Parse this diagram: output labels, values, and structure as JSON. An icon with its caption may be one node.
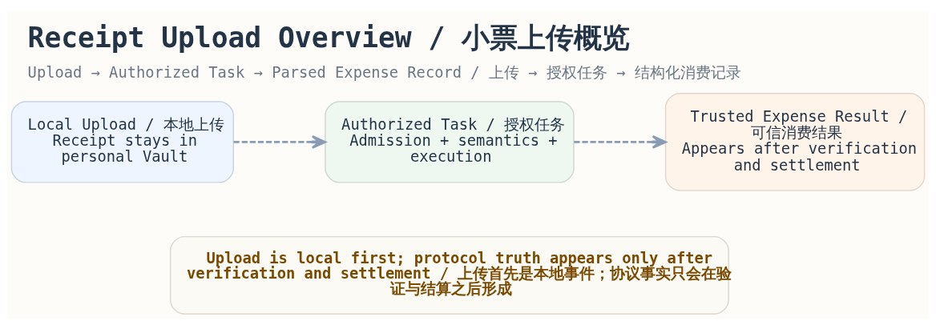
{
  "diagram": {
    "title": "Receipt Upload Overview / 小票上传概览",
    "caption": "Upload → Authorized Task → Parsed Expense Record / 上传 → 授权任务 → 结构化消费记录",
    "nodes": [
      {
        "text": [
          "Local Upload / 本地上传",
          "Receipt stays in personal Vault"
        ]
      },
      {
        "text": [
          "Authorized Task / 授权任务",
          "Admission + semantics + execution"
        ]
      },
      {
        "text": [
          "Trusted Expense Result / 可信消费结果",
          "Appears after verification and settlement"
        ]
      },
      {
        "text": [
          "Upload is local first; protocol truth appears only after verification and settlement / 上传首先是本地事件；协议事实只会在验证与结算之后形成"
        ]
      }
    ],
    "edges": [
      {
        "from": 0,
        "to": 1,
        "arrow": "to",
        "style": "dashed"
      },
      {
        "from": 1,
        "to": 2,
        "arrow": "to",
        "style": "dashed"
      }
    ]
  }
}
